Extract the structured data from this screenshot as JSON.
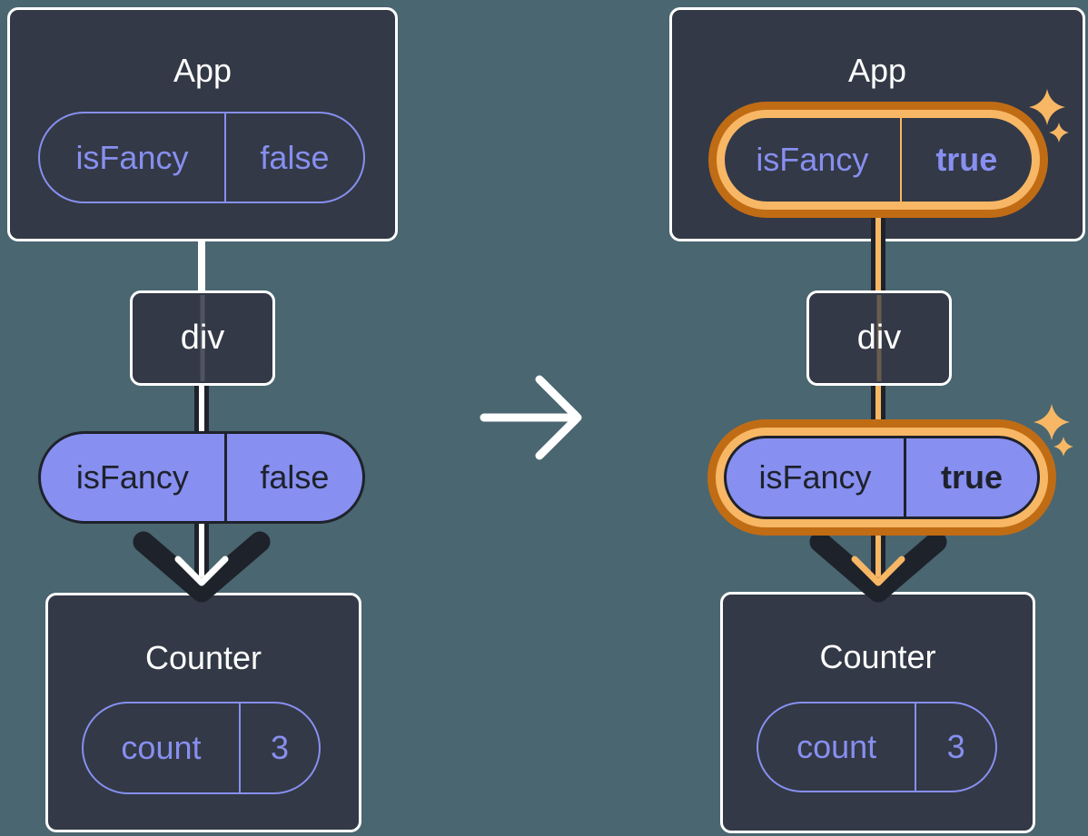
{
  "colors": {
    "background": "#4A6670",
    "card": "#333946",
    "card_border": "#FFFFFF",
    "ink": "#1E222B",
    "purple": "#878FF0",
    "highlight_orange": "#F7B765",
    "highlight_orange_dark": "#C06C15",
    "arrow_core_before": "#FFFFFF",
    "arrow_core_after": "#F7B765"
  },
  "panels": [
    {
      "id": "before",
      "app": {
        "title": "App",
        "state_pill": {
          "label": "isFancy",
          "value": "false",
          "highlighted": false
        }
      },
      "passthrough": {
        "label": "div"
      },
      "prop_pill": {
        "label": "isFancy",
        "value": "false",
        "highlighted": false
      },
      "counter": {
        "title": "Counter",
        "state_pill": {
          "label": "count",
          "value": "3"
        }
      }
    },
    {
      "id": "after",
      "app": {
        "title": "App",
        "state_pill": {
          "label": "isFancy",
          "value": "true",
          "highlighted": true
        }
      },
      "passthrough": {
        "label": "div"
      },
      "prop_pill": {
        "label": "isFancy",
        "value": "true",
        "highlighted": true
      },
      "counter": {
        "title": "Counter",
        "state_pill": {
          "label": "count",
          "value": "3"
        }
      }
    }
  ]
}
